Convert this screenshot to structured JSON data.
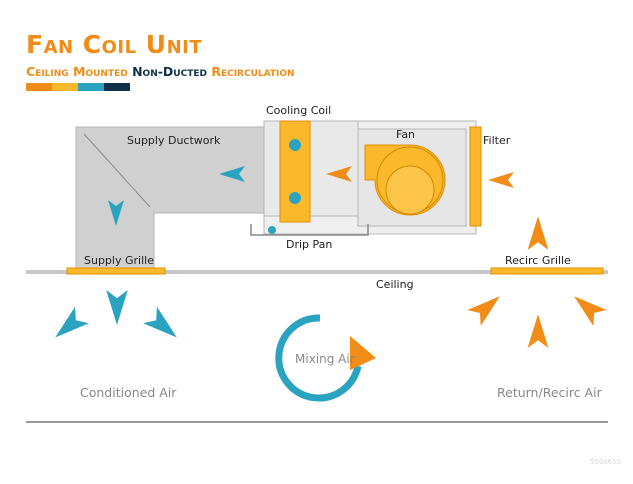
{
  "header": {
    "title": "Fan Coil Unit",
    "subtitle_part1": "Ceiling Mounted",
    "subtitle_part2": "Non-Ducted",
    "subtitle_part3": "Recirculation",
    "swatch_colors": [
      "#f28c18",
      "#fbb82a",
      "#2aa3c0",
      "#10304a"
    ]
  },
  "labels": {
    "cooling_coil": "Cooling Coil",
    "fan": "Fan",
    "filter": "Filter",
    "supply_ductwork": "Supply Ductwork",
    "drip_pan": "Drip Pan",
    "supply_grille": "Supply Grille",
    "recirc_grille": "Recirc Grille",
    "ceiling": "Ceiling",
    "mixing_air": "Mixing Air",
    "conditioned_air": "Conditioned Air",
    "return_air": "Return/Recirc Air"
  },
  "colors": {
    "orange": "#f28c18",
    "yellow": "#fbb82a",
    "blue": "#2aa3c0",
    "navy": "#10304a",
    "duct_gray": "#d0d0d0",
    "ceiling_gray": "#c8c8c8"
  },
  "watermark": "550x650"
}
